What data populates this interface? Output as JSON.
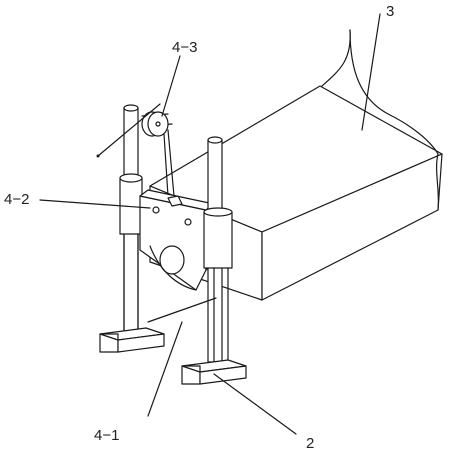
{
  "labels": {
    "part_3": "3",
    "part_4_3": "4−3",
    "part_4_2": "4−2",
    "part_4_1": "4−1",
    "part_2": "2"
  }
}
